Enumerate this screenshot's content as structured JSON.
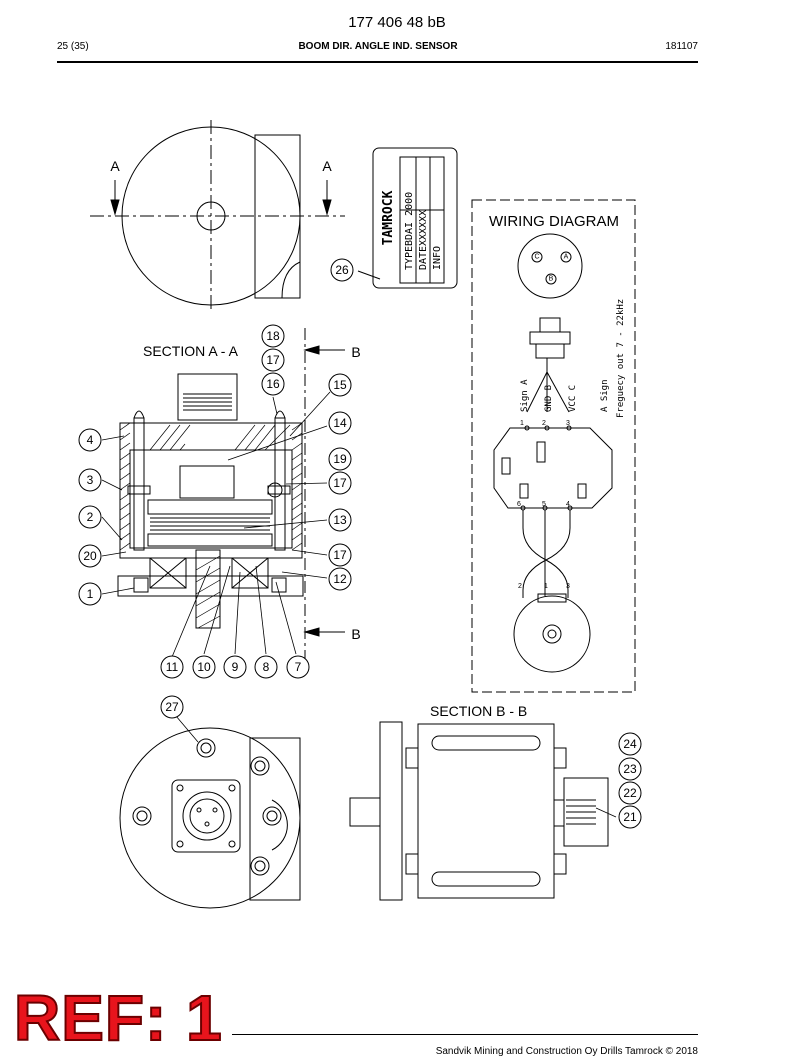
{
  "header": {
    "doc_number": "177 406 48 bB",
    "page": "25 (35)",
    "title": "BOOM DIR. ANGLE IND. SENSOR",
    "date": "181107"
  },
  "footer": {
    "copyright": "Sandvik Mining and Construction Oy Drills Tamrock © 2018",
    "ref_stamp": "REF: 1"
  },
  "drawing": {
    "section_a_marker": "A",
    "section_a_title": "SECTION  A - A",
    "section_b_marker": "B",
    "section_b_title": "SECTION  B - B",
    "wiring_title": "WIRING DIAGRAM",
    "nameplate": {
      "brand": "TAMROCK",
      "type": "TYPE",
      "type_value": "BDAI 2000",
      "date": "DATE",
      "date_value": "XXXXXX",
      "info": "INFO"
    },
    "connector_pins": {
      "c": "C",
      "a": "A",
      "b": "B"
    },
    "wiring_labels": {
      "sign_a": "Sign A",
      "gnd_b": "GND B",
      "vcc_c": "VCC C",
      "a_sign": "A Sign",
      "frequency": "Freguecy out 7 - 22kHz"
    },
    "pcb_pins": {
      "p1": "1",
      "p2": "2",
      "p3": "3",
      "p4": "4",
      "p5": "5",
      "p6": "6"
    },
    "sensor_pins": {
      "s2": "2",
      "s1": "1",
      "s3": "3"
    },
    "callouts": {
      "c1": "1",
      "c2": "2",
      "c3": "3",
      "c4": "4",
      "c7": "7",
      "c8": "8",
      "c9": "9",
      "c10": "10",
      "c11": "11",
      "c12": "12",
      "c13": "13",
      "c14": "14",
      "c15": "15",
      "c16": "16",
      "c17a": "17",
      "c17b": "17",
      "c17c": "17",
      "c18": "18",
      "c19": "19",
      "c20": "20",
      "c21": "21",
      "c22": "22",
      "c23": "23",
      "c24": "24",
      "c26": "26",
      "c27": "27"
    }
  }
}
